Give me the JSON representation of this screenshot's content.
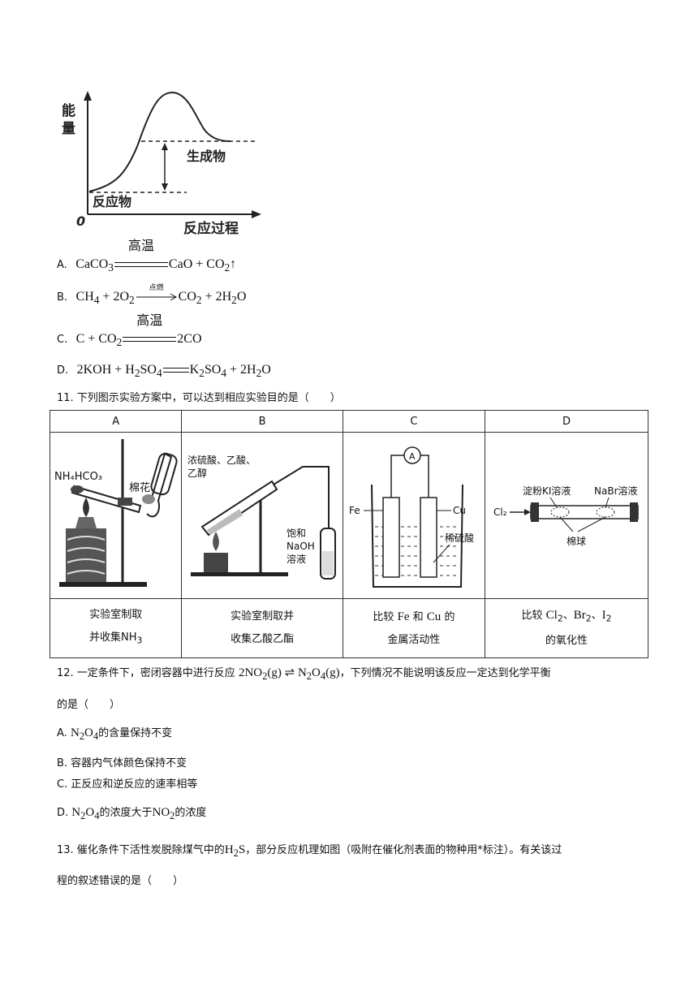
{
  "diagram": {
    "y_axis_label_1": "能",
    "y_axis_label_2": "量",
    "origin": "0",
    "x_axis_label": "反应过程",
    "products_label": "生成物",
    "reactants_label": "反应物"
  },
  "options_q10": [
    {
      "label": "A.",
      "left": "CaCO",
      "left_sub": "3",
      "condition": "高温",
      "right": "CaO + CO",
      "right_sub": "2",
      "tail": "↑"
    },
    {
      "label": "B.",
      "left": "CH",
      "left_sub": "4",
      "left_rest": " + 2O",
      "left_rest_sub": "2",
      "condition": "点燃",
      "right": "CO",
      "right_sub": "2",
      "right_rest": " + 2H",
      "right_rest_sub": "2",
      "right_end": "O"
    },
    {
      "label": "C.",
      "left": "C + CO",
      "left_sub": "2",
      "condition": "高温",
      "right": "2CO"
    },
    {
      "label": "D.",
      "left": "2KOH + H",
      "left_sub": "2",
      "left_rest": "SO",
      "left_rest_sub": "4",
      "right": "K",
      "right_sub": "2",
      "right_rest": "SO",
      "right_rest_sub": "4",
      "right_end": " + 2H",
      "right_end_sub": "2",
      "right_final": "O"
    }
  ],
  "q11": {
    "stem": "11. 下列图示实验方案中，可以达到相应实验目的是（　　）",
    "headers": [
      "A",
      "B",
      "C",
      "D"
    ],
    "fig_a": {
      "reagent": "NH₄HCO₃",
      "cotton": "棉花"
    },
    "fig_b": {
      "reagent_1": "浓硫酸、乙酸、",
      "reagent_2": "乙醇",
      "solution_1": "饱和",
      "solution_2": "NaOH",
      "solution_3": "溶液"
    },
    "fig_c": {
      "meter": "A",
      "left_electrode": "Fe",
      "right_electrode": "Cu",
      "acid": "稀硫酸"
    },
    "fig_d": {
      "gas": "Cl₂",
      "ki": "淀粉KI溶液",
      "nabr": "NaBr溶液",
      "cotton": "棉球"
    },
    "desc_a_1": "实验室制取",
    "desc_a_2": "并收集NH",
    "desc_a_2_sub": "3",
    "desc_b_1": "实验室制取并",
    "desc_b_2": "收集乙酸乙酯",
    "desc_c_1a": "比较 ",
    "desc_c_1b": "Fe",
    "desc_c_1c": " 和 ",
    "desc_c_1d": "Cu",
    "desc_c_1e": " 的",
    "desc_c_2": "金属活动性",
    "desc_d_1a": "比较 ",
    "desc_d_cl": "Cl",
    "desc_d_br": "Br",
    "desc_d_i": "I",
    "desc_d_sub": "2",
    "desc_d_sep": "、",
    "desc_d_2": "的氧化性"
  },
  "q12": {
    "stem_a": "12. 一定条件下，密闭容器中进行反应 ",
    "eq_left": "2NO",
    "eq_left_sub": "2",
    "eq_left_g": "(g)",
    "eq_arrow": "⇌",
    "eq_right": "N",
    "eq_right_sub1": "2",
    "eq_right_mid": "O",
    "eq_right_sub2": "4",
    "eq_right_g": "(g)",
    "stem_b": "，下列情况不能说明该反应一定达到化学平衡",
    "stem_c": "的是（　　）",
    "opt_a_label": "A.",
    "opt_a_f1": "N",
    "opt_a_s1": "2",
    "opt_a_f2": "O",
    "opt_a_s2": "4",
    "opt_a_text": "的含量保持不变",
    "opt_b": "B. 容器内气体颜色保持不变",
    "opt_c": "C. 正反应和逆反应的速率相等",
    "opt_d_label": "D.",
    "opt_d_f1": "N",
    "opt_d_s1": "2",
    "opt_d_f2": "O",
    "opt_d_s2": "4",
    "opt_d_mid": "的浓度大于",
    "opt_d_f3": "NO",
    "opt_d_s3": "2",
    "opt_d_end": "的浓度"
  },
  "q13": {
    "stem_a": "13. 催化条件下活性炭脱除煤气中的",
    "f1": "H",
    "s1": "2",
    "f2": "S",
    "stem_b": "，部分反应机理如图（吸附在催化剂表面的物种用*标注）。有关该过",
    "stem_c": "程的叙述错误的是（　　）"
  }
}
